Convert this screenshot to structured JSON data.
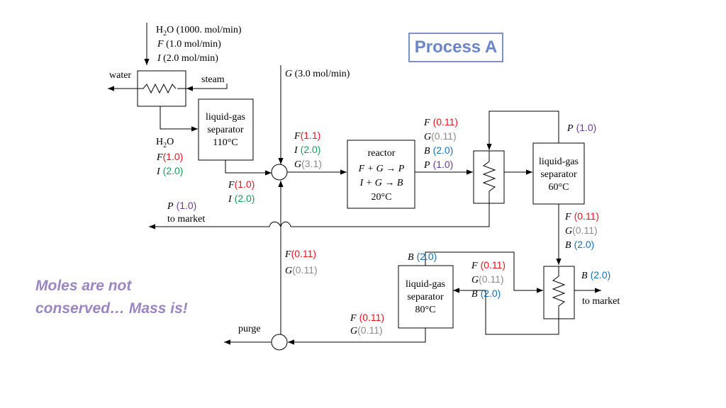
{
  "title": "Process A",
  "note": [
    "Moles are not",
    "conserved… Mass is!"
  ],
  "colors": {
    "F": "#e8141e",
    "I": "#1a9a5a",
    "G": "#8c8c8c",
    "B": "#1a6fb5",
    "P": "#6a3aa0",
    "title": "#6b86c6",
    "note": "#9a86c0"
  },
  "feed": {
    "h2o_label": "H",
    "h2o_sub": "2",
    "h2o_rest": "O (1000. mol/min)",
    "F": "(1.0 mol/min)",
    "I": "(2.0 mol/min)"
  },
  "g_feed": "(3.0 mol/min)",
  "labels": {
    "water": "water",
    "steam": "steam",
    "purge": "purge",
    "to_market": "to market",
    "h2o_H": "H",
    "h2o_sub": "2",
    "h2o_O": "O"
  },
  "units": {
    "sep110": [
      "liquid-gas",
      "separator",
      "110°C"
    ],
    "sep60": [
      "liquid-gas",
      "separator",
      "60°C"
    ],
    "sep80": [
      "liquid-gas",
      "separator",
      "80°C"
    ],
    "reactor_title": "reactor",
    "reactor_r1a": "F + G",
    "reactor_r1b": "P",
    "reactor_r2a": "I + G",
    "reactor_r2b": "B",
    "reactor_temp": "20°C"
  },
  "streams": {
    "sep110_liquid": {
      "F": "(1.0)",
      "I": "(2.0)"
    },
    "sep110_gas": {
      "F": "(1.0)",
      "I": "(2.0)"
    },
    "reactor_in": {
      "F": "(1.1)",
      "I": "(2.0)",
      "G": "(3.1)"
    },
    "reactor_out": {
      "F": "(0.11)",
      "G": "(0.11)",
      "B": "(2.0)",
      "P": "(1.0)"
    },
    "sep60_top": {
      "P": "(1.0)"
    },
    "p_market": {
      "P": "(1.0)"
    },
    "sep60_bottom": {
      "F": "(0.11)",
      "G": "(0.11)",
      "B": "(2.0)"
    },
    "sep80_top": {
      "B": "(2.0)"
    },
    "sep80_in": {
      "F": "(0.11)",
      "G": "(0.11)",
      "B": "(2.0)"
    },
    "b_market": {
      "B": "(2.0)"
    },
    "sep80_out": {
      "F": "(0.11)",
      "G": "(0.11)"
    },
    "recycle": {
      "F": "(0.11)",
      "G": "(0.11)"
    }
  }
}
